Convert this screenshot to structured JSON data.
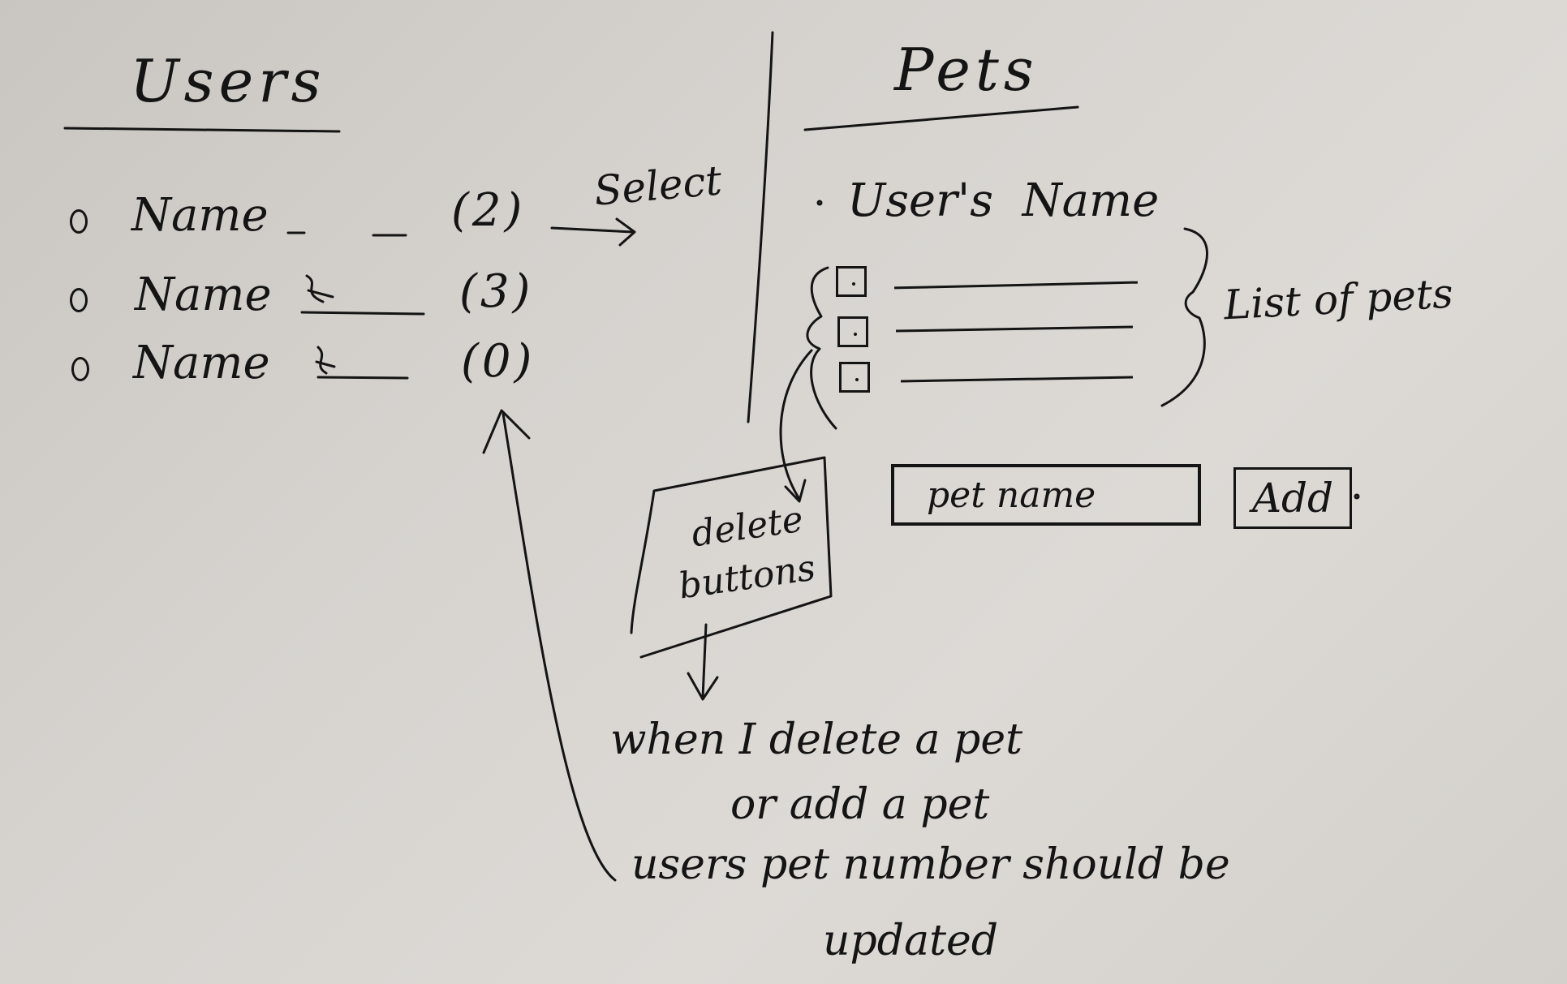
{
  "users_panel": {
    "title": "Users",
    "items": [
      {
        "name": "Name",
        "count": "(2)"
      },
      {
        "name": "Name",
        "count": "(3)"
      },
      {
        "name": "Name",
        "count": "(0)"
      }
    ],
    "select_annotation": "Select"
  },
  "pets_panel": {
    "title": "Pets",
    "user_heading": "User's  Name",
    "list_annotation": "List of pets",
    "pet_input": {
      "placeholder": "pet name"
    },
    "add_button_label": "Add"
  },
  "notes": {
    "delete_buttons": [
      "delete",
      "buttons"
    ],
    "update_note": [
      "when I delete a pet",
      "or add a pet",
      "users pet number should be",
      "updated"
    ]
  },
  "colors": {
    "ink": "#141414",
    "paper": "#d6d3cf"
  }
}
